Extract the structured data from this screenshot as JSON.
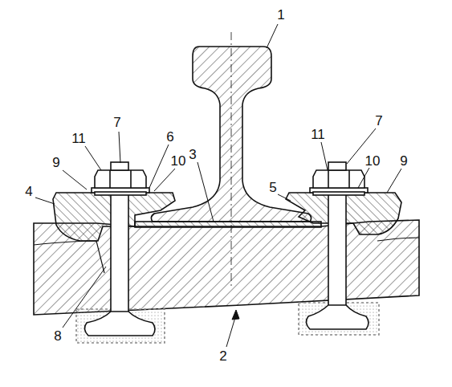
{
  "diagram": {
    "labels": [
      "1",
      "7",
      "11",
      "6",
      "10",
      "9",
      "4",
      "3",
      "5",
      "11",
      "7",
      "10",
      "9",
      "8",
      "2"
    ]
  }
}
